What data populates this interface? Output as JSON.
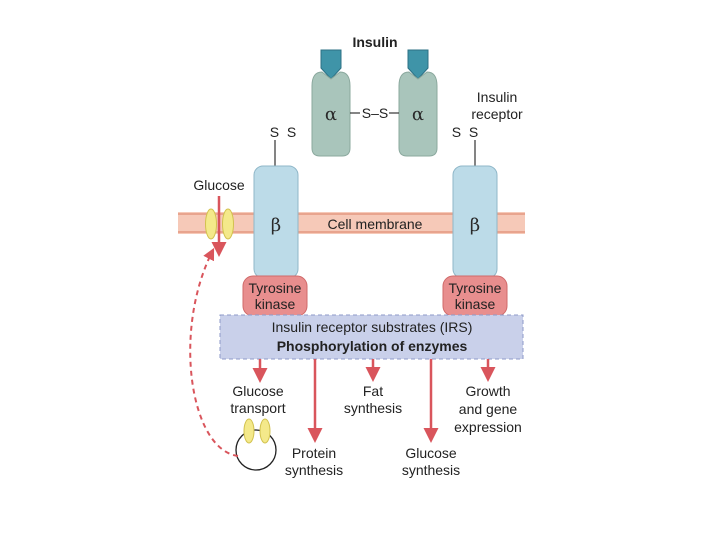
{
  "insulin_label": "Insulin",
  "receptor_label": [
    "Insulin",
    "receptor"
  ],
  "alpha": "α",
  "beta": "β",
  "disulfide_bridge": "S–S",
  "ss_left": "S  S",
  "ss_right": "S  S",
  "membrane_label": "Cell membrane",
  "glucose_label": "Glucose",
  "tyrosine_kinase": [
    "Tyrosine",
    "kinase"
  ],
  "irs_box": [
    "Insulin receptor substrates (IRS)",
    "Phosphorylation of enzymes"
  ],
  "outcomes": {
    "glucose_transport": [
      "Glucose",
      "transport"
    ],
    "fat_synthesis": [
      "Fat",
      "synthesis"
    ],
    "growth": [
      "Growth",
      "and gene",
      "expression"
    ],
    "protein_synthesis": [
      "Protein",
      "synthesis"
    ],
    "glucose_synthesis": [
      "Glucose",
      "synthesis"
    ]
  },
  "colors": {
    "insulin": "#3f94a8",
    "alpha_subunit": "#a9c5bb",
    "beta_subunit": "#bcdbe8",
    "membrane": "#f6c9b8",
    "tyrosine_kinase": "#e88e8e",
    "irs_box": "#c9d0ea",
    "arrow": "#d9555c",
    "glucose_carrier": "#f4e98a"
  }
}
